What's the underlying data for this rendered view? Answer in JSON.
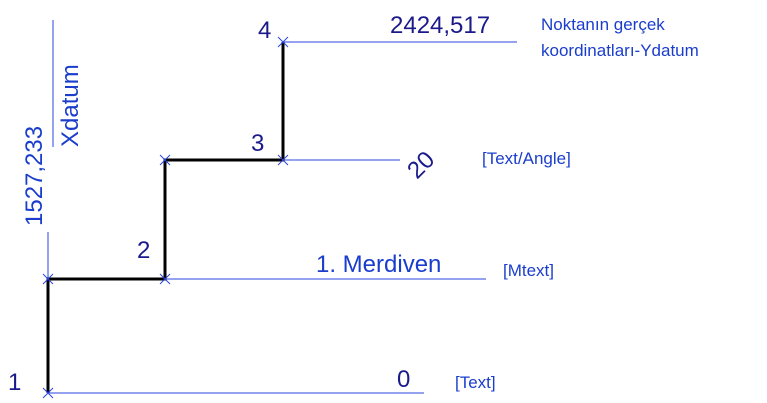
{
  "colors": {
    "line_blue": "#2b46e0",
    "text_blue": "#1a3dcc",
    "text_navy": "#1a1a8a",
    "polyline": "#000000"
  },
  "points": [
    {
      "label": "1"
    },
    {
      "label": "2"
    },
    {
      "label": "3"
    },
    {
      "label": "4"
    }
  ],
  "annotations": {
    "base_value": "0",
    "base_tag": "[Text]",
    "merdiven": "1. Merdiven",
    "merdiven_tag": "[Mtext]",
    "angle_value": "20",
    "angle_tag": "[Text/Angle]",
    "y_coordinate": "2424,517",
    "y_note_line1": "Noktanın gerçek",
    "y_note_line2": "koordinatları-Ydatum",
    "x_coordinate": "1527,233",
    "x_datum": "Xdatum"
  }
}
